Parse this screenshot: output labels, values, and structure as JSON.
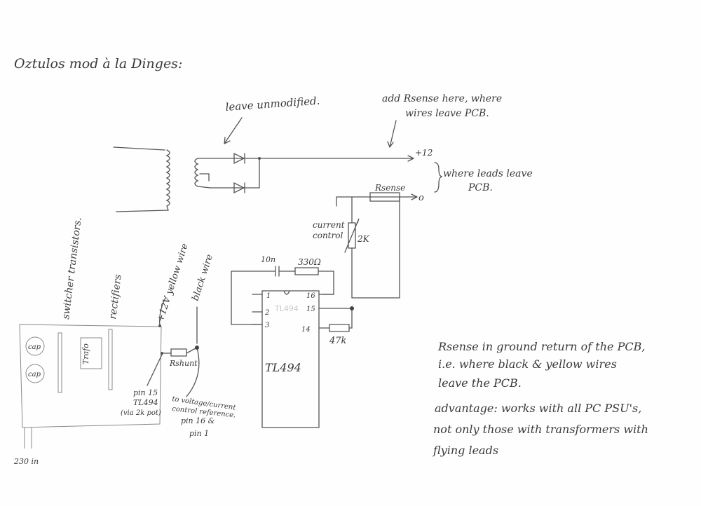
{
  "title": "Oztulos mod à la Dinges:",
  "annotations": {
    "leave_unmodified": "leave unmodified.",
    "add_rsense_1": "add Rsense here, where",
    "add_rsense_2": "wires leave PCB.",
    "plus12": "+12",
    "where_leads_1": "where leads leave",
    "where_leads_2": "PCB.",
    "ground_out": "o"
  },
  "components": {
    "rsense": "Rsense",
    "current_control_1": "current",
    "current_control_2": "control",
    "pot_value": "2K",
    "cap_10n": "10n",
    "res_330": "330Ω",
    "res_47k": "47k",
    "ic_label": "TL494",
    "ic_ghost": "TL494",
    "pins": {
      "p1": "1",
      "p2": "2",
      "p3": "3",
      "p16": "16",
      "p15": "15",
      "p14": "14"
    }
  },
  "pcb": {
    "switcher": "switcher transistors.",
    "rectifiers": "rectifiers",
    "cap1": "cap",
    "cap2": "cap",
    "trafo": "Trafo",
    "yellow_wire": "+12V yellow wire",
    "black_wire": "black wire",
    "rshunt": "Rshunt",
    "pin15_1": "pin 15",
    "pin15_2": "TL494",
    "pin15_3": "(via 2k pot)",
    "ref_1": "to voltage/current",
    "ref_2": "control reference.",
    "ref_3": "pin 16 &",
    "ref_4": "pin 1",
    "mains": "230 in"
  },
  "notes": [
    "Rsense in ground return of the PCB,",
    "i.e. where black & yellow wires",
    "leave the PCB.",
    "advantage: works with all PC PSU's,",
    "not only those with transformers with",
    "flying leads"
  ]
}
